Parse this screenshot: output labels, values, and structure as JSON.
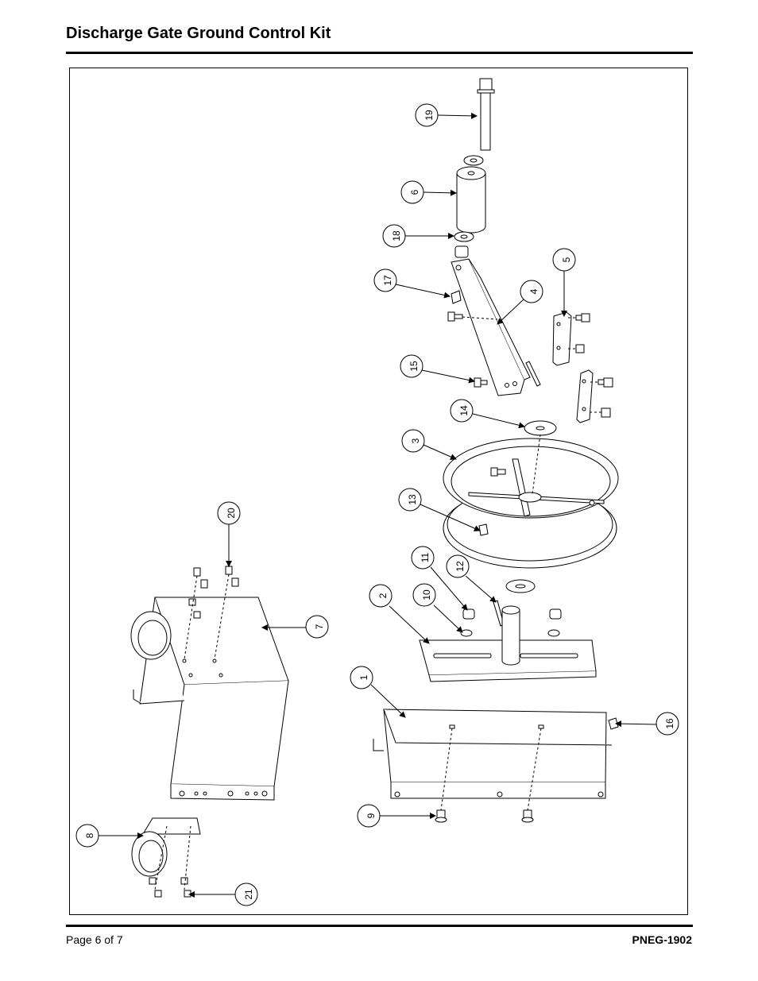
{
  "header": {
    "title": "Discharge Gate Ground Control Kit"
  },
  "footer": {
    "page": "Page 6 of 7",
    "doc_id": "PNEG-1902"
  },
  "callouts": [
    "19",
    "6",
    "18",
    "17",
    "4",
    "5",
    "15",
    "14",
    "3",
    "13",
    "11",
    "12",
    "2",
    "10",
    "20",
    "7",
    "1",
    "16",
    "9",
    "8",
    "21"
  ]
}
